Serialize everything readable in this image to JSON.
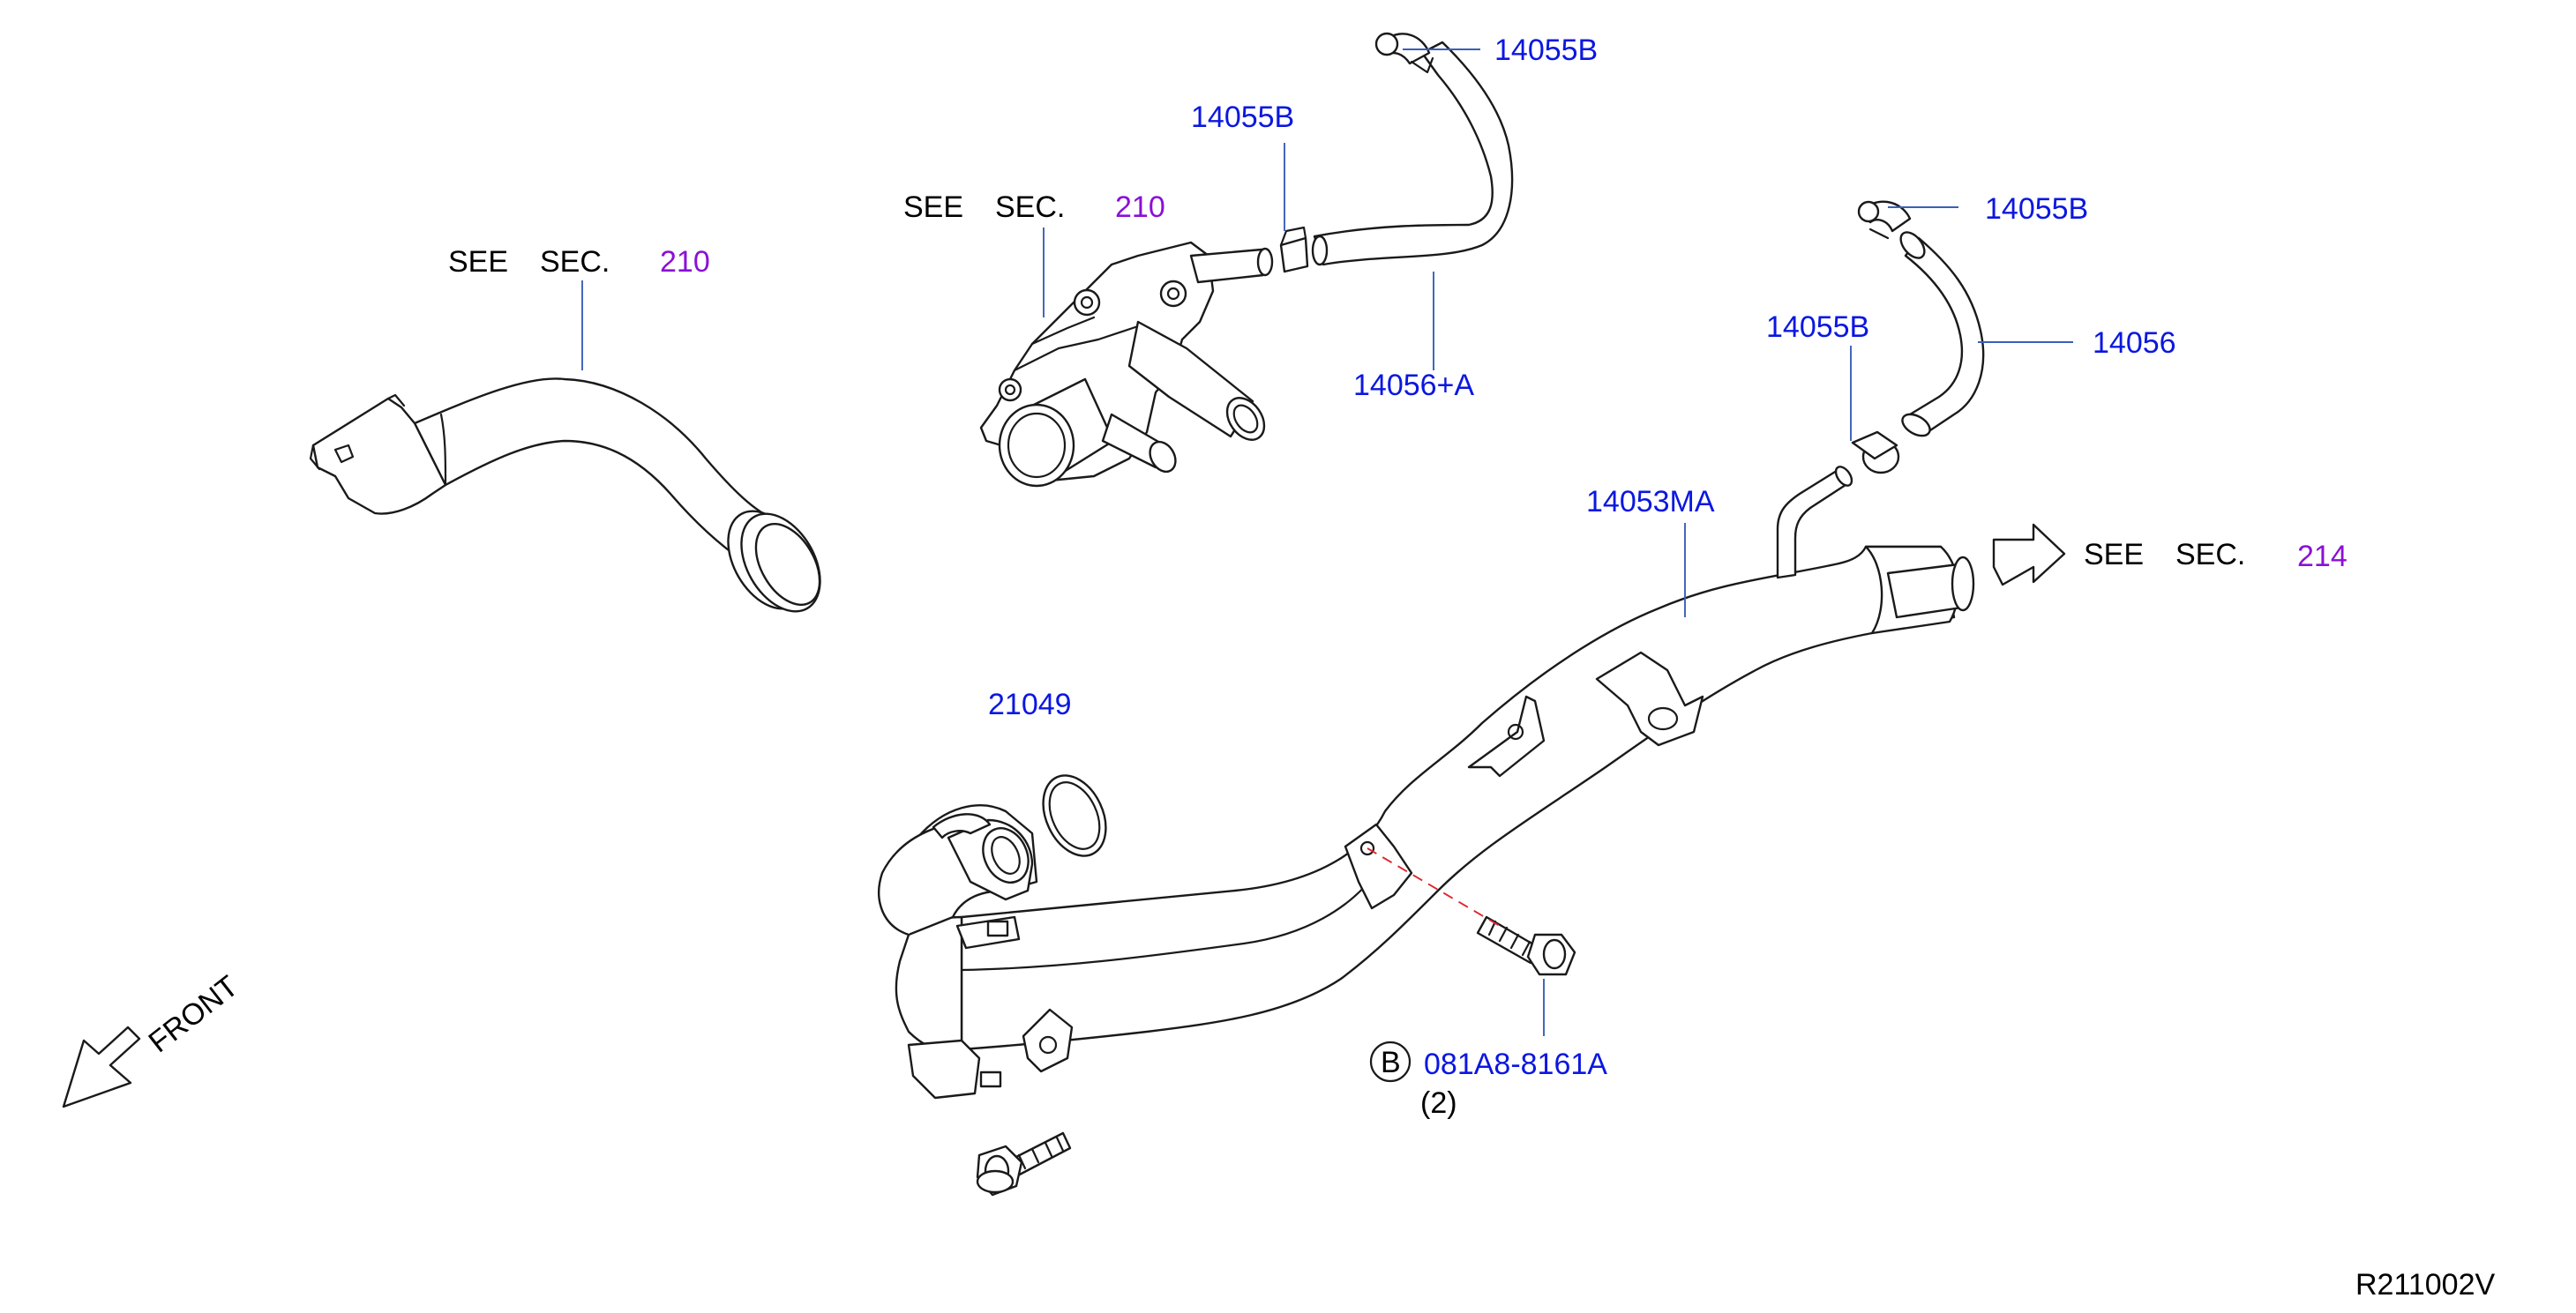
{
  "colors": {
    "part_number": "#0b17e0",
    "section_ref": "#8a10d6",
    "text": "#000000",
    "leader": "#3a5fb8",
    "centerline": "#e0242b"
  },
  "icons": {
    "front_arrow": "front-arrow-icon",
    "see_section_arrow": "arrow-right-icon",
    "bolt_b_circle": "circled-b-icon"
  },
  "labels": {
    "see": "SEE",
    "sec": "SEC.",
    "ref_210_left": "210",
    "ref_210_center": "210",
    "ref_214": "214",
    "p14055B_top": "14055B",
    "p14055B_mid": "14055B",
    "p14055B_right": "14055B",
    "p14055B_lower": "14055B",
    "p14056A": "14056+A",
    "p14056": "14056",
    "p14053MA": "14053MA",
    "p21049": "21049",
    "bolt_letter": "B",
    "bolt_part": "081A8-8161A",
    "bolt_qty": "(2)",
    "front": "FRONT",
    "diagram_code": "R211002V"
  }
}
